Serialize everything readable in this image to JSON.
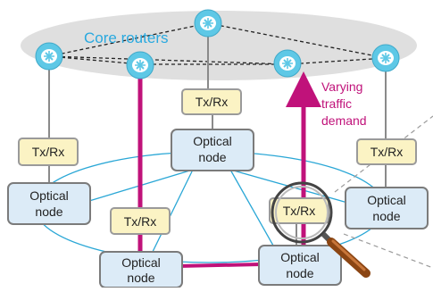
{
  "labels": {
    "core_routers": "Core routers",
    "varying_line1": "Varying",
    "varying_line2": "traffic",
    "varying_line3": "demand",
    "txrx": "Tx/Rx",
    "optical_line1": "Optical",
    "optical_line2": "node"
  },
  "colors": {
    "core_ellipse": "#dcdcdc",
    "router_fill": "#5ec8e6",
    "router_ring": "#ffffff",
    "txrx_fill": "#fbf3c4",
    "txrx_border": "#9a9a9a",
    "optical_fill": "#dcebf7",
    "optical_border": "#7b7b7b",
    "ring_line": "#2aa7d6",
    "highlight_path": "#c0127a",
    "core_label": "#29a9df",
    "demand_label": "#c0127a",
    "magnifier_handle": "#8b4513"
  },
  "icons": {
    "router": "router-icon",
    "magnifier": "magnifying-glass-icon"
  }
}
